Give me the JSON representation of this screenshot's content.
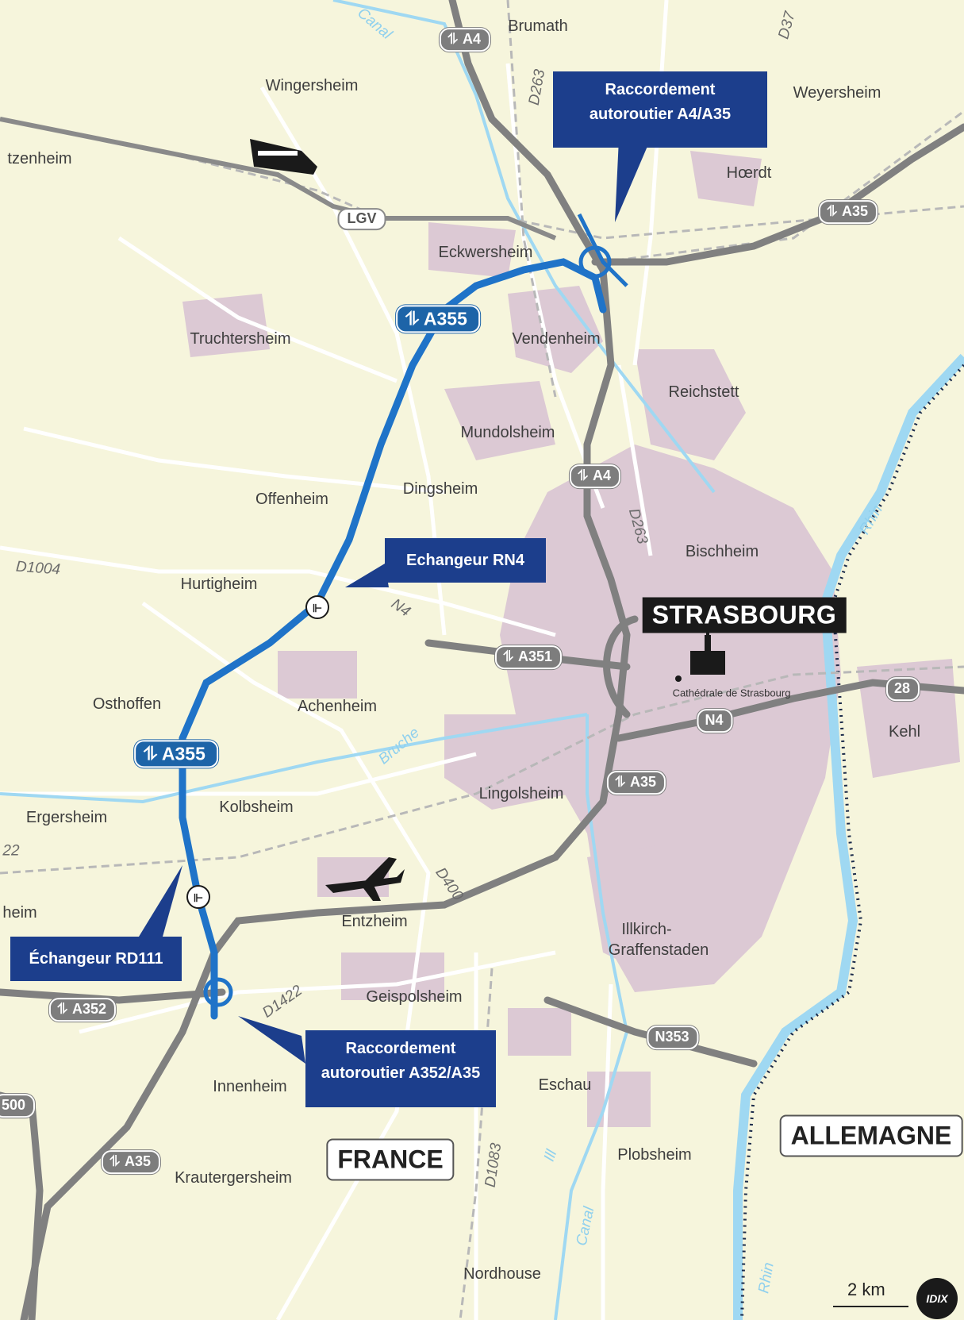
{
  "towns": [
    {
      "id": "brumath",
      "name": "Brumath"
    },
    {
      "id": "wingersheim",
      "name": "Wingersheim"
    },
    {
      "id": "weyersheim",
      "name": "Weyersheim"
    },
    {
      "id": "tzenheim",
      "name": "tzenheim"
    },
    {
      "id": "hoerdt",
      "name": "Hœrdt"
    },
    {
      "id": "eckwersheim",
      "name": "Eckwersheim"
    },
    {
      "id": "truchtersheim",
      "name": "Truchtersheim"
    },
    {
      "id": "vendenheim",
      "name": "Vendenheim"
    },
    {
      "id": "reichstett",
      "name": "Reichstett"
    },
    {
      "id": "mundolsheim",
      "name": "Mundolsheim"
    },
    {
      "id": "dingsheim",
      "name": "Dingsheim"
    },
    {
      "id": "offenheim",
      "name": "Offenheim"
    },
    {
      "id": "bischheim",
      "name": "Bischheim"
    },
    {
      "id": "hurtigheim",
      "name": "Hurtigheim"
    },
    {
      "id": "osthoffen",
      "name": "Osthoffen"
    },
    {
      "id": "achenheim",
      "name": "Achenheim"
    },
    {
      "id": "kehl",
      "name": "Kehl"
    },
    {
      "id": "kolbsheim",
      "name": "Kolbsheim"
    },
    {
      "id": "lingolsheim",
      "name": "Lingolsheim"
    },
    {
      "id": "ergersheim",
      "name": "Ergersheim"
    },
    {
      "id": "heim",
      "name": "heim"
    },
    {
      "id": "entzheim",
      "name": "Entzheim"
    },
    {
      "id": "illkirch",
      "name": "Illkirch-"
    },
    {
      "id": "graffenstaden",
      "name": "Graffenstaden"
    },
    {
      "id": "geispolsheim",
      "name": "Geispolsheim"
    },
    {
      "id": "innenheim",
      "name": "Innenheim"
    },
    {
      "id": "eschau",
      "name": "Eschau"
    },
    {
      "id": "plobsheim",
      "name": "Plobsheim"
    },
    {
      "id": "krautergersheim",
      "name": "Krautergersheim"
    },
    {
      "id": "nordhouse",
      "name": "Nordhouse"
    }
  ],
  "road_labels": [
    {
      "id": "d263-north",
      "text": "D263"
    },
    {
      "id": "d37",
      "text": "D37"
    },
    {
      "id": "d263-south",
      "text": "D263"
    },
    {
      "id": "d1004",
      "text": "D1004"
    },
    {
      "id": "n4-label",
      "text": "N4"
    },
    {
      "id": "d400",
      "text": "D400"
    },
    {
      "id": "d1422",
      "text": "D1422"
    },
    {
      "id": "d1083",
      "text": "D1083"
    },
    {
      "id": "num-22",
      "text": "22"
    },
    {
      "id": "num-500",
      "text": "500"
    }
  ],
  "water_labels": [
    {
      "id": "canal-north",
      "text": "Canal"
    },
    {
      "id": "rhin-east",
      "text": "Rhin"
    },
    {
      "id": "bruche",
      "text": "Bruche"
    },
    {
      "id": "ill",
      "text": "Ill"
    },
    {
      "id": "canal-south",
      "text": "Canal"
    },
    {
      "id": "rhin-south",
      "text": "Rhin"
    }
  ],
  "shields": [
    {
      "id": "a4-north",
      "label": "A4",
      "kind": "grey"
    },
    {
      "id": "a35-northeast",
      "label": "A35",
      "kind": "grey"
    },
    {
      "id": "lgv",
      "label": "LGV",
      "kind": "lgv"
    },
    {
      "id": "a355-north",
      "label": "A355",
      "kind": "blue"
    },
    {
      "id": "a4-mid",
      "label": "A4",
      "kind": "grey"
    },
    {
      "id": "a351",
      "label": "A351",
      "kind": "grey"
    },
    {
      "id": "route-28",
      "label": "28",
      "kind": "grey2"
    },
    {
      "id": "n4-shield",
      "label": "N4",
      "kind": "grey2"
    },
    {
      "id": "a355-south",
      "label": "A355",
      "kind": "blue"
    },
    {
      "id": "a35-mid",
      "label": "A35",
      "kind": "grey"
    },
    {
      "id": "a352",
      "label": "A352",
      "kind": "grey"
    },
    {
      "id": "n353",
      "label": "N353",
      "kind": "grey2"
    },
    {
      "id": "a35-south",
      "label": "A35",
      "kind": "grey"
    }
  ],
  "callouts": {
    "a4_a35": [
      "Raccordement",
      "autoroutier A4/A35"
    ],
    "rn4": "Echangeur RN4",
    "rd111": "Échangeur RD111",
    "a352_a35": [
      "Raccordement",
      "autoroutier A352/A35"
    ]
  },
  "city": {
    "name": "STRASBOURG",
    "landmark": "Cathédrale de Strasbourg"
  },
  "countries": {
    "france": "FRANCE",
    "germany": "ALLEMAGNE"
  },
  "scale": "2 km",
  "logo": "IDIX",
  "colors": {
    "background": "#f6f5dc",
    "urban": "#d9c8d3",
    "water": "#9fd8f2",
    "motorway": "#808080",
    "new_motorway": "#1f73c8",
    "callout": "#1c3e8c",
    "border": "#1a2a4a"
  }
}
